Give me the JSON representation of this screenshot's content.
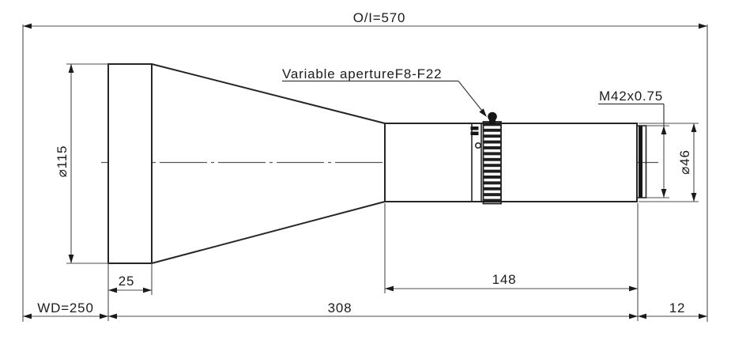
{
  "drawing": {
    "dimensions": {
      "overall": "O/I=570",
      "front_diameter": "⌀115",
      "front_length": "25",
      "working_distance": "WD=250",
      "body_length": "308",
      "barrel_length": "148",
      "rear_diameter": "⌀46",
      "flange_distance": "12"
    },
    "annotations": {
      "aperture_label": "Variable apertureF8-F22",
      "thread_label": "M42x0.75"
    }
  }
}
